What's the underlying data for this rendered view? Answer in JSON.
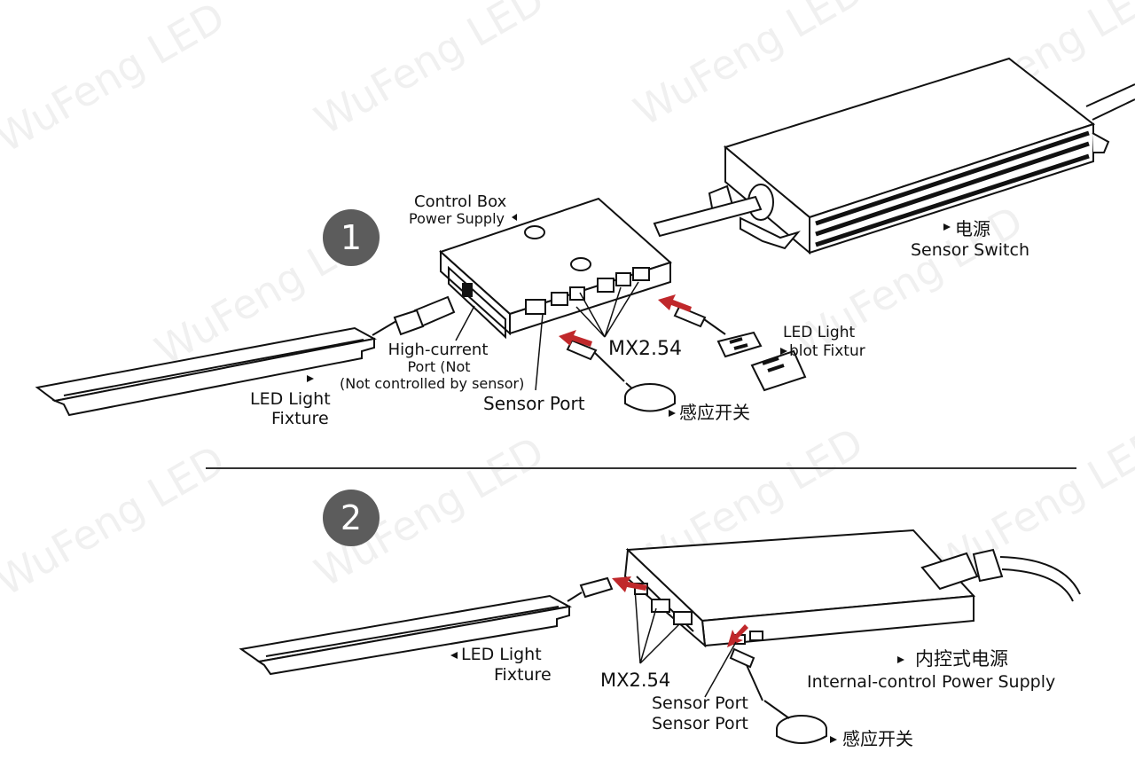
{
  "watermark": "WuFeng LED",
  "diagram1": {
    "step": "1",
    "control_box": "Control Box",
    "power_supply": "Power Supply",
    "power_source_cn": "电源",
    "sensor_switch": "Sensor Switch",
    "high_current": "High-current",
    "port_not": "Port (Not",
    "not_controlled": "(Not controlled by sensor)",
    "led_light": "LED Light",
    "fixture": "Fixture",
    "sensor_port": "Sensor Port",
    "mx": "MX2.54",
    "sensor_cn": "感应开关",
    "led_light_right": "LED Light",
    "blot_fixtur": "blot Fixtur"
  },
  "diagram2": {
    "step": "2",
    "led_light": "LED Light",
    "fixture": "Fixture",
    "mx": "MX2.54",
    "internal_cn": "内控式电源",
    "internal_en": "Internal-control Power Supply",
    "sensor_port_1": "Sensor Port",
    "sensor_port_2": "Sensor Port",
    "sensor_cn": "感应开关"
  },
  "colors": {
    "arrow": "#c0282b",
    "badge": "#5c5c5c",
    "line": "#111111"
  }
}
